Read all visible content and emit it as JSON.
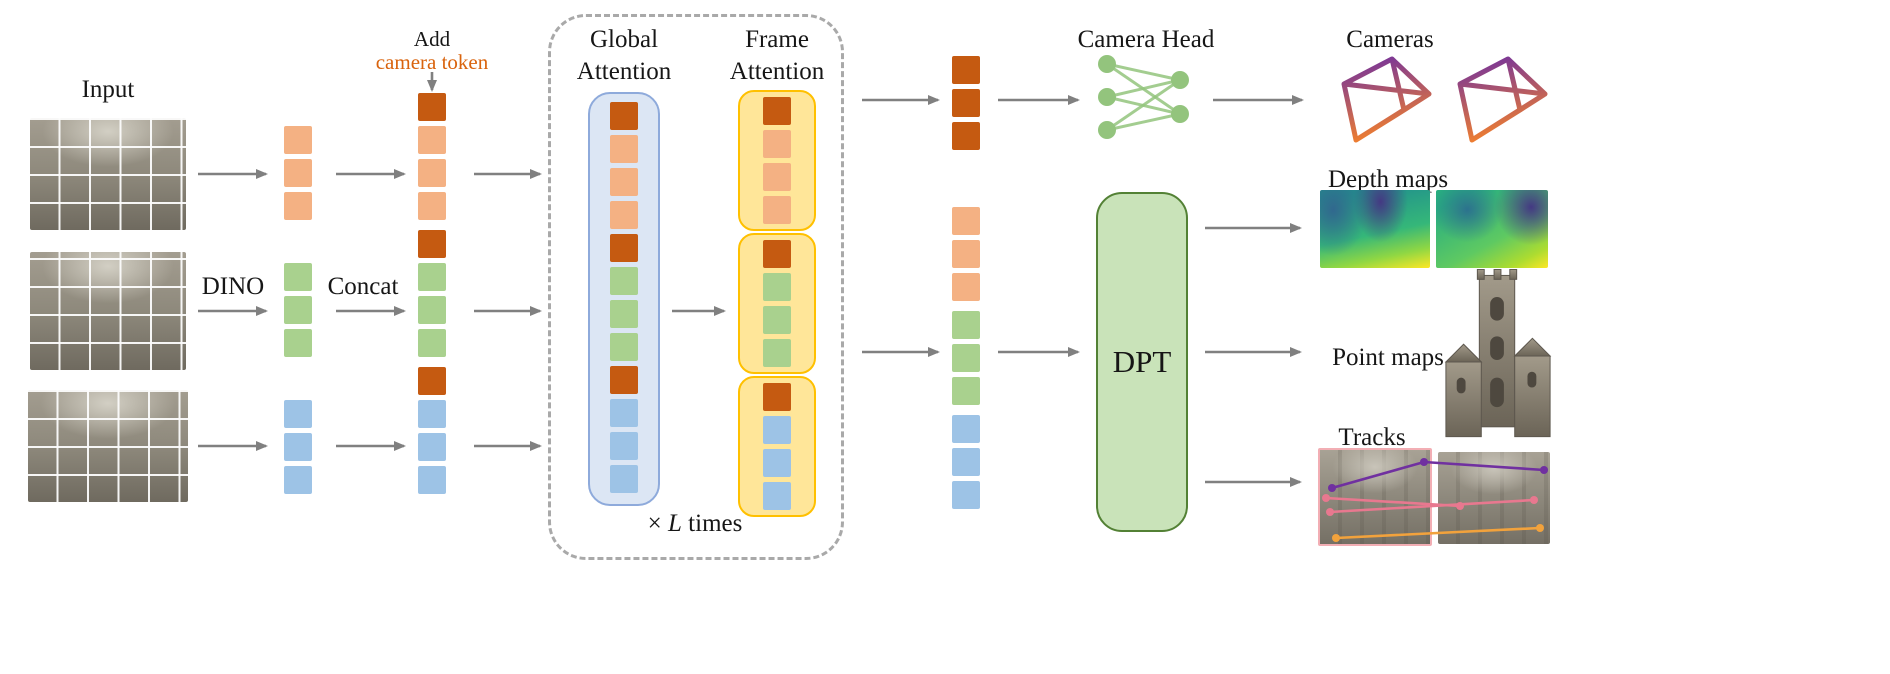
{
  "labels": {
    "input": "Input",
    "dino": "DINO",
    "concat": "Concat",
    "add_line1": "Add",
    "add_line2": "camera token",
    "global_attention_line1": "Global",
    "global_attention_line2": "Attention",
    "frame_attention_line1": "Frame",
    "frame_attention_line2": "Attention",
    "loop_times_prefix": "×",
    "loop_times_var": "L",
    "loop_times_suffix": "times",
    "camera_head": "Camera Head",
    "cameras": "Cameras",
    "dpt": "DPT",
    "depth_maps": "Depth maps",
    "point_maps": "Point maps",
    "tracks": "Tracks"
  },
  "structure": {
    "num_input_images": 3,
    "patch_tokens_per_image": 3,
    "camera_tokens_out": 3,
    "attention_blocks_repeat": "L"
  },
  "colors": {
    "camera_token": "#C55A11",
    "camera_token_text": "#D9630D",
    "patch_token_1": "#F4B183",
    "patch_token_2": "#A9D18E",
    "patch_token_3": "#9DC3E6",
    "global_box_fill": "#DCE6F4",
    "global_box_border": "#8EAADB",
    "frame_box_fill": "#FFE699",
    "frame_box_border": "#FFC000",
    "dpt_fill": "#C9E3B9",
    "dpt_border": "#538135",
    "arrow": "#808080",
    "dashed_border": "#A9A9A9",
    "network_green": "#93C47D",
    "camera_gradient_top": "#7030A0",
    "camera_gradient_bottom": "#ED7D31",
    "track_line_purple": "#7030A0",
    "track_line_pink": "#E8788F",
    "track_line_orange": "#F2A23C",
    "track_frame": "#F2AEB4"
  }
}
